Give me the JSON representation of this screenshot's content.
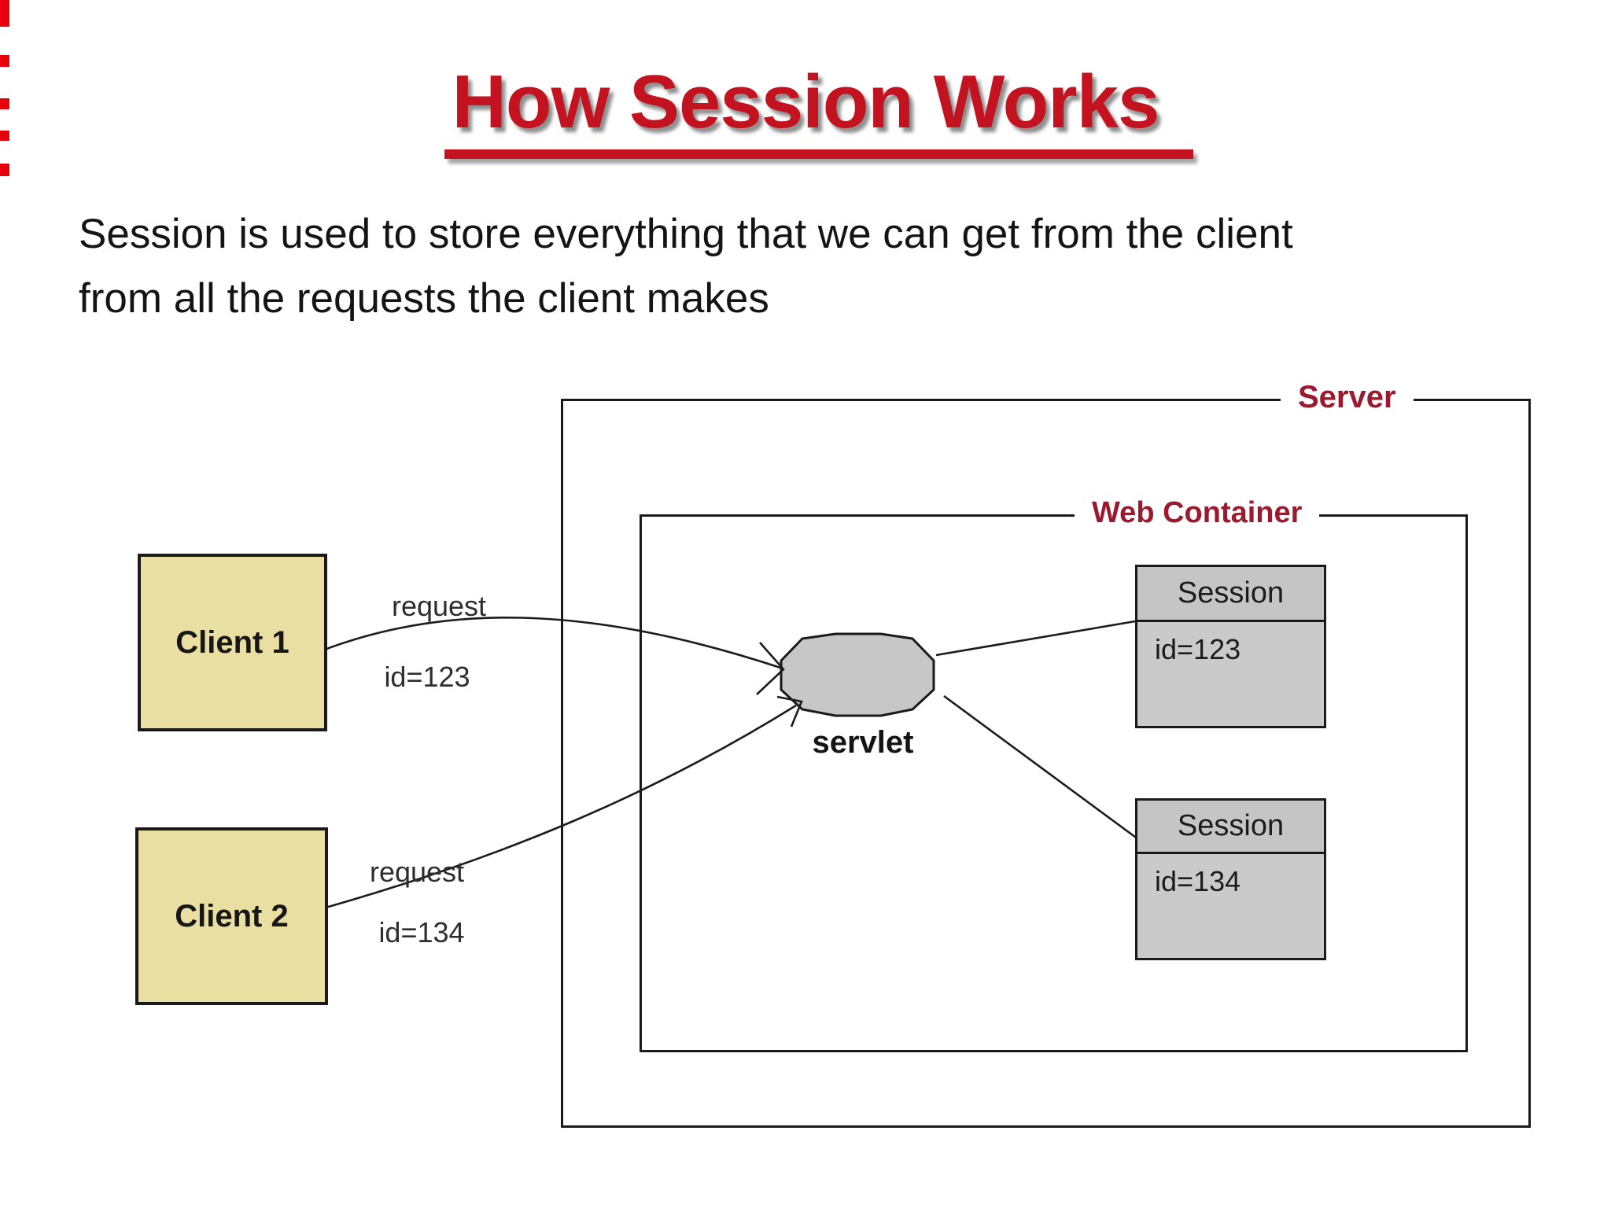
{
  "slide": {
    "title": "How Session Works",
    "body_lines": {
      "0": "Session is used to store everything that we can get from the client",
      "1": "from all the requests the client makes"
    }
  },
  "diagram": {
    "server_label": "Server",
    "web_container_label": "Web Container",
    "servlet_label": "servlet",
    "clients": [
      {
        "label": "Client 1",
        "request_label": "request",
        "session_id_label": "id=123"
      },
      {
        "label": "Client 2",
        "request_label": "request",
        "session_id_label": "id=134"
      }
    ],
    "sessions": [
      {
        "title": "Session",
        "id_value": "id=123"
      },
      {
        "title": "Session",
        "id_value": "id=134"
      }
    ]
  },
  "colors": {
    "title_red": "#c41320",
    "label_maroon": "#9a1b30",
    "client_fill": "#eadfa2",
    "session_fill": "#cacaca",
    "servlet_fill": "#c7c7c7",
    "line_color": "#1c1c1c",
    "edge_mark_red": "#e8000b"
  }
}
